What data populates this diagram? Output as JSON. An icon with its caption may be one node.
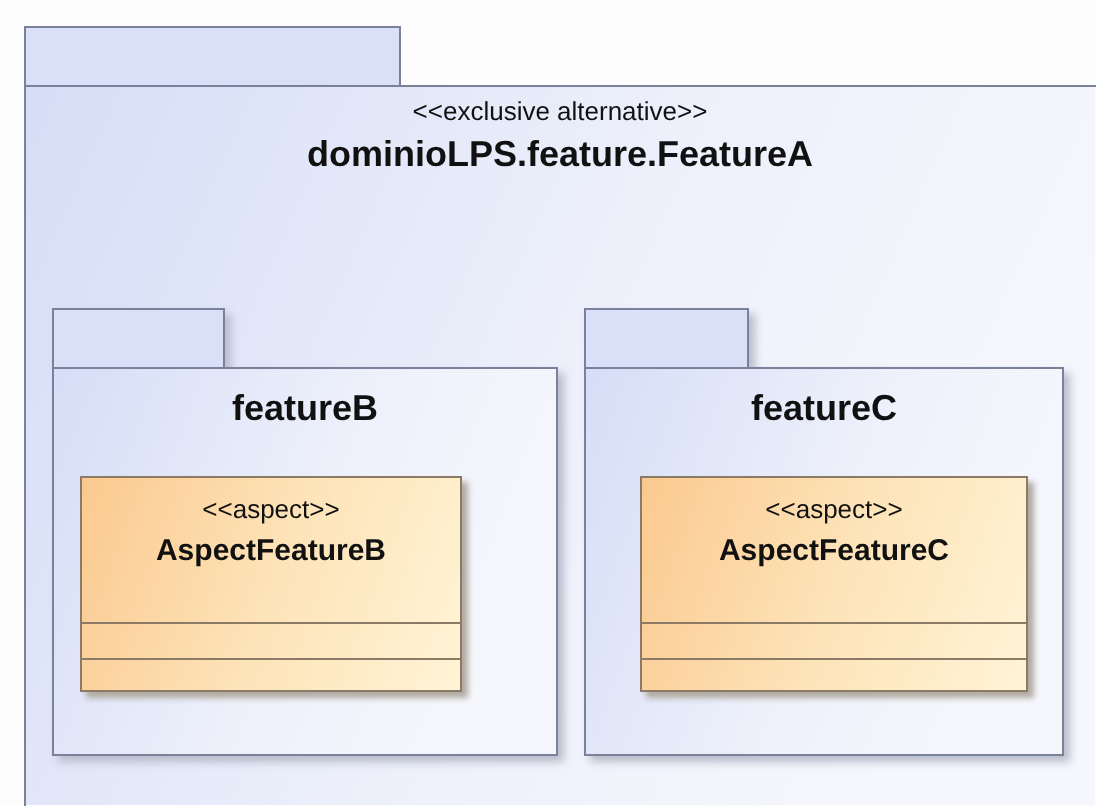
{
  "diagram": {
    "nodes": [
      {
        "text": [
          "<<exclusive alternative>>",
          "dominioLPS.feature.FeatureA"
        ]
      },
      {
        "text": [
          "featureB"
        ],
        "in": 0
      },
      {
        "text": [
          "<<aspect>>",
          "AspectFeatureB"
        ],
        "in": 1
      },
      {
        "text": [
          "featureC"
        ],
        "in": 0
      },
      {
        "text": [
          "<<aspect>>",
          "AspectFeatureC"
        ],
        "in": 3
      }
    ]
  }
}
